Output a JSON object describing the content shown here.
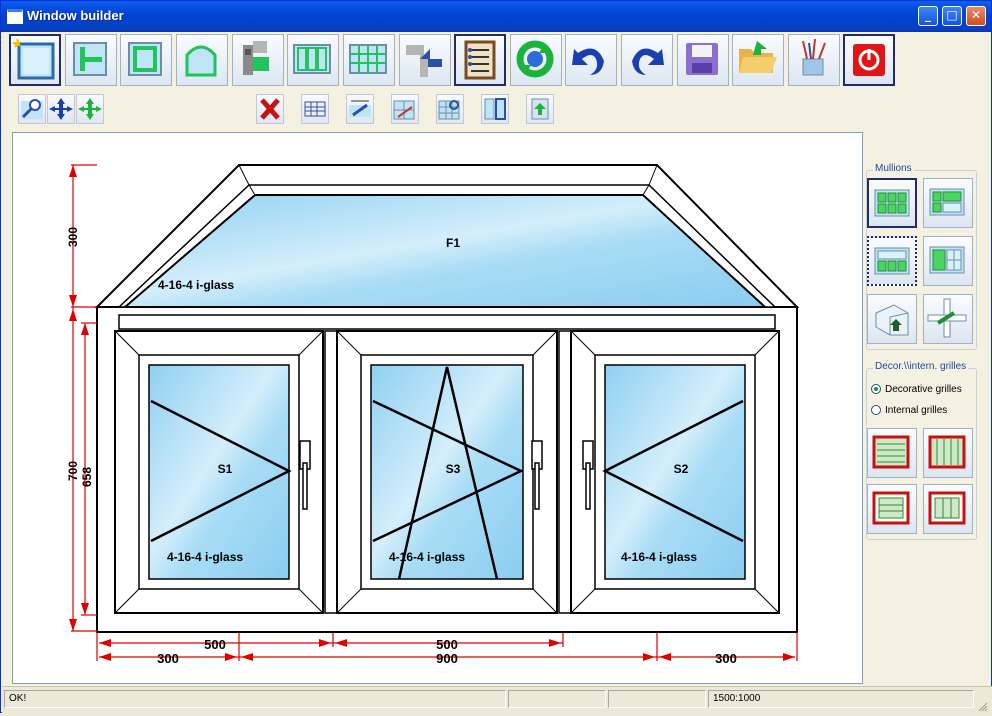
{
  "window": {
    "title": "Window builder",
    "caption_minimize": "_",
    "caption_maximize": "□",
    "caption_close": "✕"
  },
  "toolbar_main": [
    {
      "name": "new-window-icon"
    },
    {
      "name": "add-mullion-icon"
    },
    {
      "name": "add-sash-icon"
    },
    {
      "name": "arch-window-icon"
    },
    {
      "name": "profile-icon"
    },
    {
      "name": "triple-pane-icon"
    },
    {
      "name": "grid-pane-icon"
    },
    {
      "name": "split-icon"
    },
    {
      "name": "checklist-icon"
    },
    {
      "name": "refresh-icon"
    },
    {
      "name": "undo-icon"
    },
    {
      "name": "redo-icon"
    },
    {
      "name": "save-icon"
    },
    {
      "name": "open-folder-icon"
    },
    {
      "name": "tools-icon"
    },
    {
      "name": "power-icon"
    }
  ],
  "toolbar_secondary": [
    {
      "name": "zoom-icon"
    },
    {
      "name": "move-icon"
    },
    {
      "name": "pan-icon"
    },
    {
      "name": "delete-icon"
    },
    {
      "name": "table-icon"
    },
    {
      "name": "dimension-icon"
    },
    {
      "name": "glass-zoom-icon"
    },
    {
      "name": "grid-zoom-icon"
    },
    {
      "name": "mirror-icon"
    },
    {
      "name": "export-icon"
    }
  ],
  "side_panel": {
    "mullions_title": "Mullions",
    "grilles_title": "Decor.\\\\intern. grilles",
    "radio_decorative": "Decorative grilles",
    "radio_internal": "Internal grilles",
    "selected_radio": "decorative"
  },
  "drawing": {
    "top_panel_label": "F1",
    "top_glass": "4-16-4 i-glass",
    "sashes": [
      {
        "label": "S1",
        "glass": "4-16-4 i-glass"
      },
      {
        "label": "S3",
        "glass": "4-16-4 i-glass"
      },
      {
        "label": "S2",
        "glass": "4-16-4 i-glass"
      }
    ],
    "dims": {
      "top_height": "300",
      "total_height": "700",
      "inner_height": "658",
      "bottom_500_left": "500",
      "bottom_500_right": "500",
      "bottom_300_left": "300",
      "bottom_900": "900",
      "bottom_300_right": "300"
    }
  },
  "status": {
    "message": "OK!",
    "scale": "1500:1000"
  },
  "colors": {
    "accent_blue": "#0A5FEA",
    "dimension_red": "#E00000",
    "glass_blue": "#A8D8F4"
  }
}
